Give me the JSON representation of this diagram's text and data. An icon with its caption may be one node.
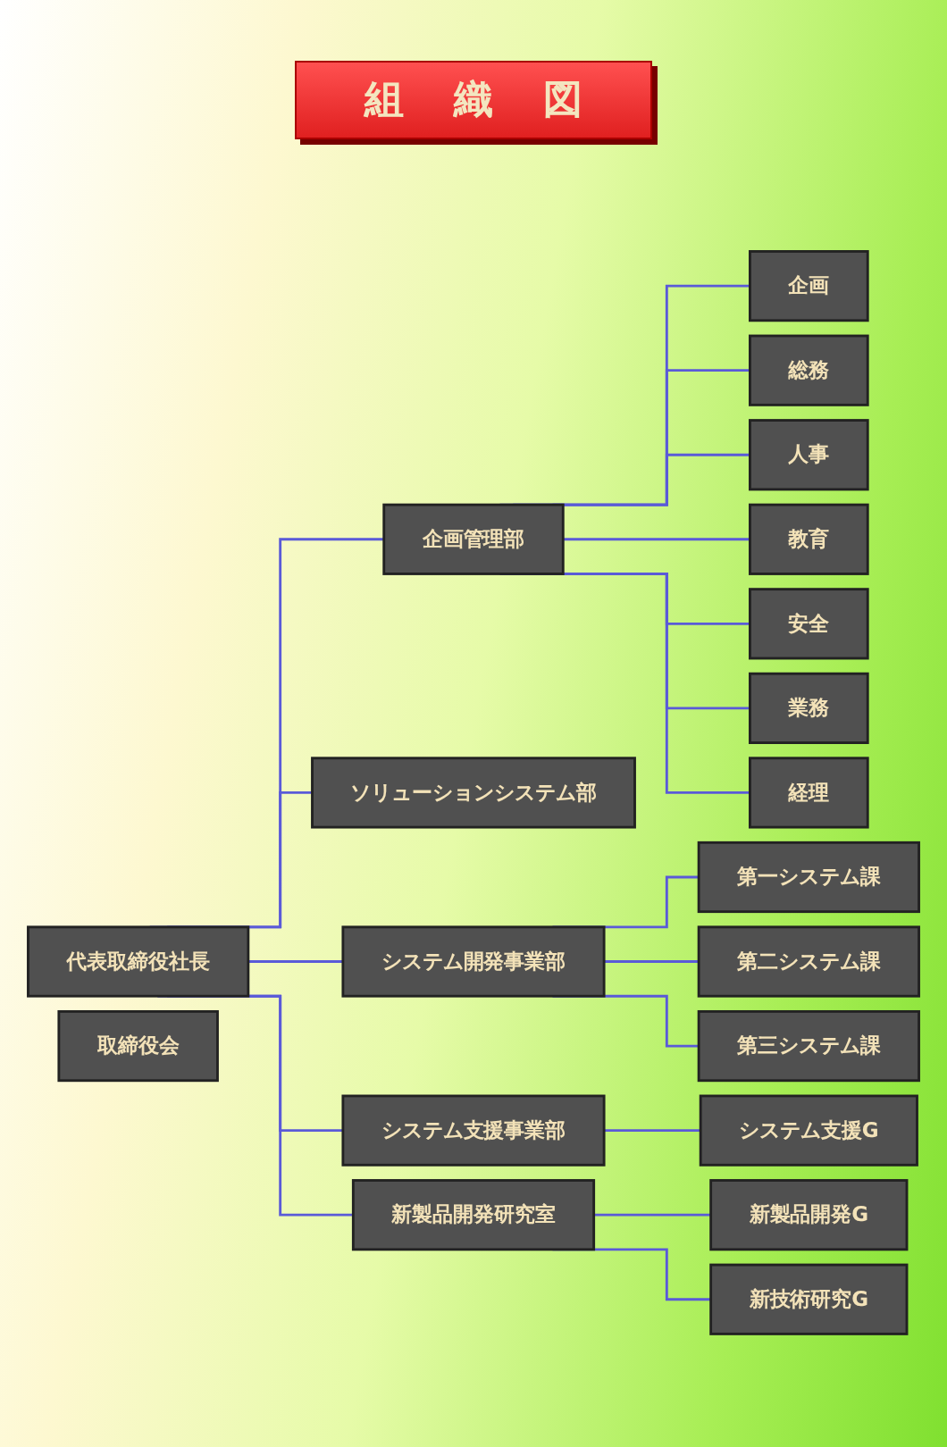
{
  "diagram": {
    "title": "組織図",
    "nodes": [
      {
        "text": [
          "代表取締役社長"
        ]
      },
      {
        "text": [
          "取締役会"
        ]
      },
      {
        "text": [
          "企画管理部"
        ]
      },
      {
        "text": [
          "企画"
        ]
      },
      {
        "text": [
          "総務"
        ]
      },
      {
        "text": [
          "人事"
        ]
      },
      {
        "text": [
          "教育"
        ]
      },
      {
        "text": [
          "安全"
        ]
      },
      {
        "text": [
          "業務"
        ]
      },
      {
        "text": [
          "経理"
        ]
      },
      {
        "text": [
          "ソリューションシステム部"
        ]
      },
      {
        "text": [
          "システム開発事業部"
        ]
      },
      {
        "text": [
          "第一システム課"
        ]
      },
      {
        "text": [
          "第二システム課"
        ]
      },
      {
        "text": [
          "第三システム課"
        ]
      },
      {
        "text": [
          "システム支援事業部"
        ]
      },
      {
        "text": [
          "システム支援G"
        ]
      },
      {
        "text": [
          "新製品開発研究室"
        ]
      },
      {
        "text": [
          "新製品開発G"
        ]
      },
      {
        "text": [
          "新技術研究G"
        ]
      }
    ],
    "edges": [
      {
        "from": 0,
        "to": 2,
        "arrow": "none"
      },
      {
        "from": 0,
        "to": 10,
        "arrow": "none"
      },
      {
        "from": 0,
        "to": 11,
        "arrow": "none"
      },
      {
        "from": 0,
        "to": 15,
        "arrow": "none"
      },
      {
        "from": 0,
        "to": 17,
        "arrow": "none"
      },
      {
        "from": 2,
        "to": 3,
        "arrow": "none"
      },
      {
        "from": 2,
        "to": 4,
        "arrow": "none"
      },
      {
        "from": 2,
        "to": 5,
        "arrow": "none"
      },
      {
        "from": 2,
        "to": 6,
        "arrow": "none"
      },
      {
        "from": 2,
        "to": 7,
        "arrow": "none"
      },
      {
        "from": 2,
        "to": 8,
        "arrow": "none"
      },
      {
        "from": 2,
        "to": 9,
        "arrow": "none"
      },
      {
        "from": 11,
        "to": 12,
        "arrow": "none"
      },
      {
        "from": 11,
        "to": 13,
        "arrow": "none"
      },
      {
        "from": 11,
        "to": 14,
        "arrow": "none"
      },
      {
        "from": 15,
        "to": 16,
        "arrow": "none"
      },
      {
        "from": 17,
        "to": 18,
        "arrow": "none"
      },
      {
        "from": 17,
        "to": 19,
        "arrow": "none"
      }
    ]
  }
}
